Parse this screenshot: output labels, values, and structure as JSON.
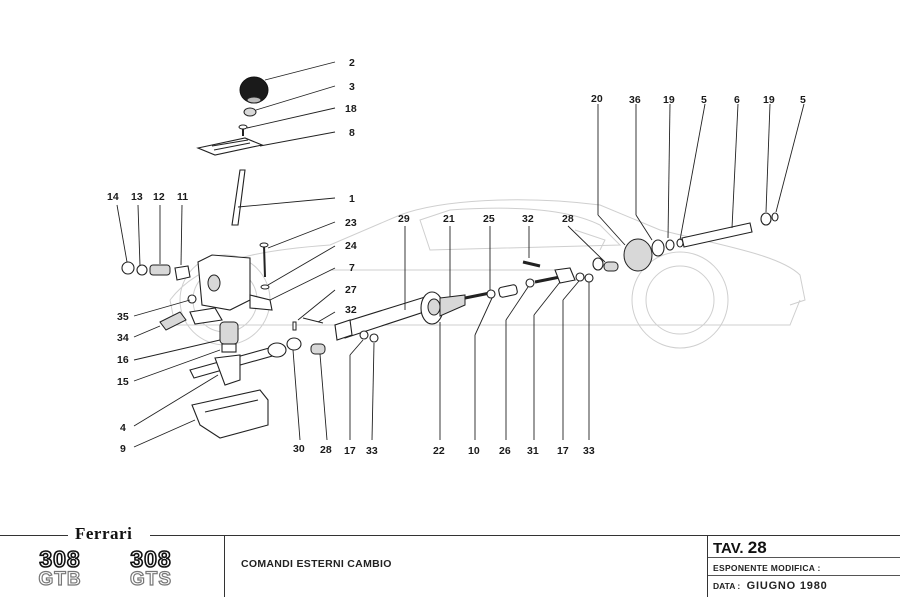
{
  "title_block": {
    "brand": "Ferrari",
    "models": [
      {
        "number": "308",
        "variant": "GTB"
      },
      {
        "number": "308",
        "variant": "GTS"
      }
    ],
    "sheet_title": "COMANDI ESTERNI CAMBIO",
    "tav_label": "TAV.",
    "tav_number": "28",
    "esponente_modifica": "ESPONENTE MODIFICA :",
    "data_label": "DATA :",
    "data_value": "GIUGNO 1980"
  },
  "diagram": {
    "description": "Exploded view of external gearshift controls",
    "callouts_top_left": [
      "2",
      "3",
      "18",
      "8",
      "1",
      "23",
      "24",
      "7",
      "27",
      "32"
    ],
    "callouts_left": [
      "14",
      "13",
      "12",
      "11",
      "35",
      "34",
      "16",
      "15",
      "4",
      "9"
    ],
    "callouts_center_top": [
      "29",
      "21",
      "25",
      "32",
      "28"
    ],
    "callouts_right_top": [
      "20",
      "36",
      "19",
      "5",
      "6",
      "19",
      "5"
    ],
    "callouts_bottom": [
      "30",
      "28",
      "17",
      "33",
      "22",
      "10",
      "26",
      "31",
      "17",
      "33"
    ]
  }
}
